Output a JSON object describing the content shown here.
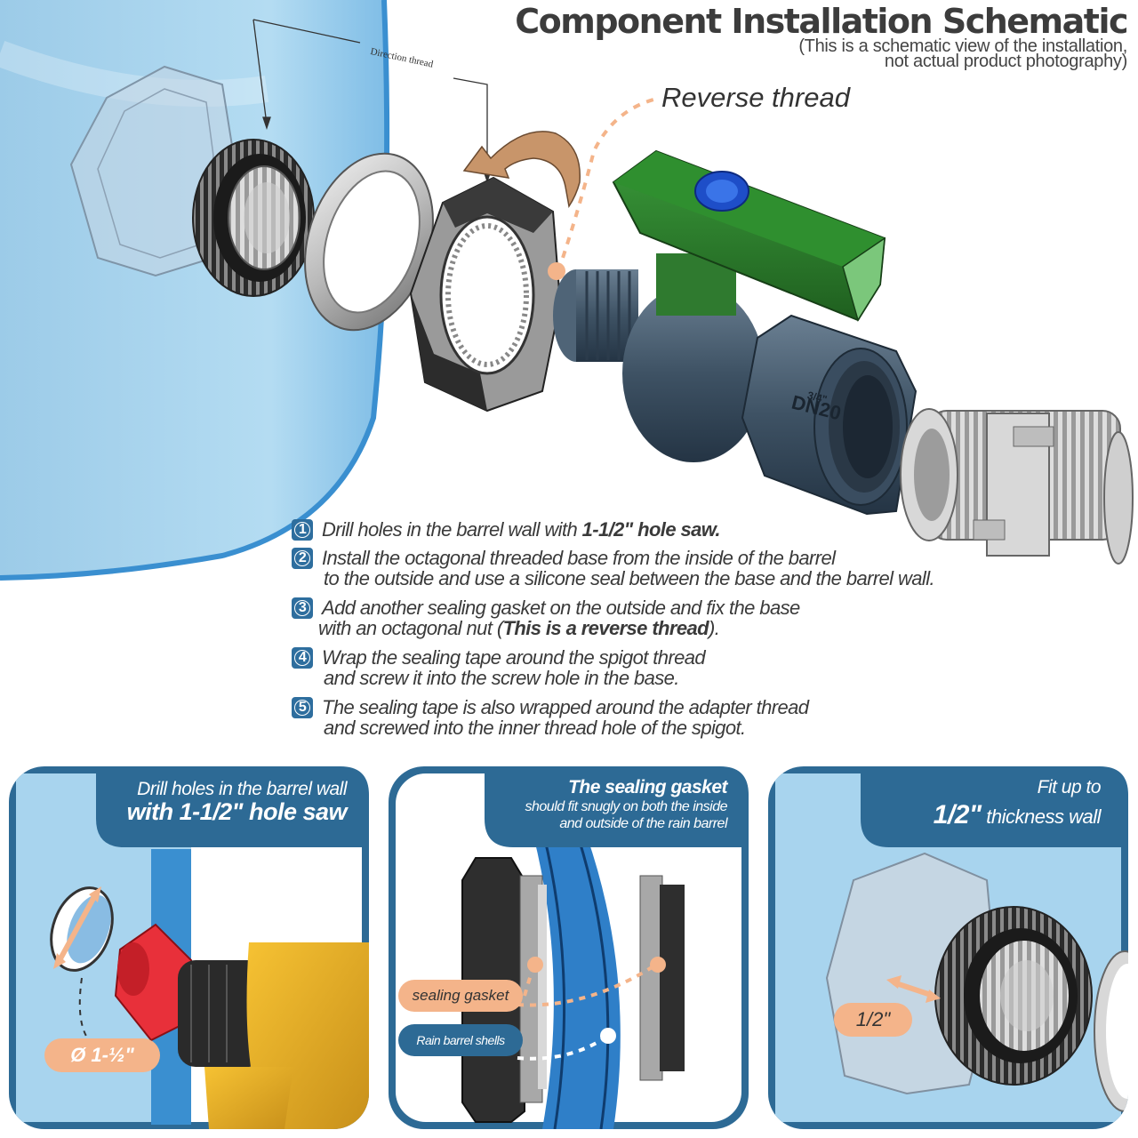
{
  "header": {
    "title": "Component Installation Schematic",
    "subtitle_line1": "(This is a schematic view of the installation,",
    "subtitle_line2": "not actual product photography)"
  },
  "diagram": {
    "direction_label": "Direction thread",
    "reverse_label": "Reverse thread",
    "valve_size_label": "3/4\"",
    "valve_dn_label": "DN20"
  },
  "steps": [
    {
      "number": "1",
      "text_a": "Drill holes in the barrel wall with ",
      "emphasis": "1-1/2\" hole saw.",
      "line2": ""
    },
    {
      "number": "2",
      "text_a": "Install the octagonal threaded base from the inside of the barrel",
      "emphasis": "",
      "line2": "to the outside and use a silicone seal between the base and the barrel wall."
    },
    {
      "number": "3",
      "text_a": "Add another sealing gasket on the outside and fix the base",
      "emphasis": "",
      "line2a": "with an octagonal nut (",
      "line2b": "This is a reverse thread",
      "line2c": ")."
    },
    {
      "number": "4",
      "text_a": "Wrap the sealing tape around the spigot thread",
      "emphasis": "",
      "line2": "and screw it into the screw hole in the base."
    },
    {
      "number": "5",
      "text_a": "The sealing tape is also wrapped around the adapter thread",
      "emphasis": "",
      "line2": "and screwed into the inner thread hole of the spigot."
    }
  ],
  "panels": [
    {
      "heading_line1": "Drill holes in the barrel wall",
      "heading_line2": "with 1-1/2\" hole saw",
      "pill": "Ø 1-½\""
    },
    {
      "heading_line1": "The sealing gasket",
      "heading_line2": "should fit snugly on both the inside",
      "heading_line3": "and outside of the rain barrel",
      "pill_a": "sealing gasket",
      "pill_b": "Rain barrel shells"
    },
    {
      "heading_line1": "Fit up to",
      "heading_line2a": "1/2\"",
      "heading_line2b": " thickness wall",
      "pill": "1/2\""
    }
  ],
  "colors": {
    "barrel_blue": "#a8d4ee",
    "barrel_edge": "#3a8fd0",
    "panel_blue": "#2d6a95",
    "badge_blue": "#2e6e9e",
    "valve_green": "#2a7d2a",
    "valve_body": "#4a5e70",
    "arrow_copper": "#c8956a",
    "pill_orange": "#f4b48a"
  }
}
